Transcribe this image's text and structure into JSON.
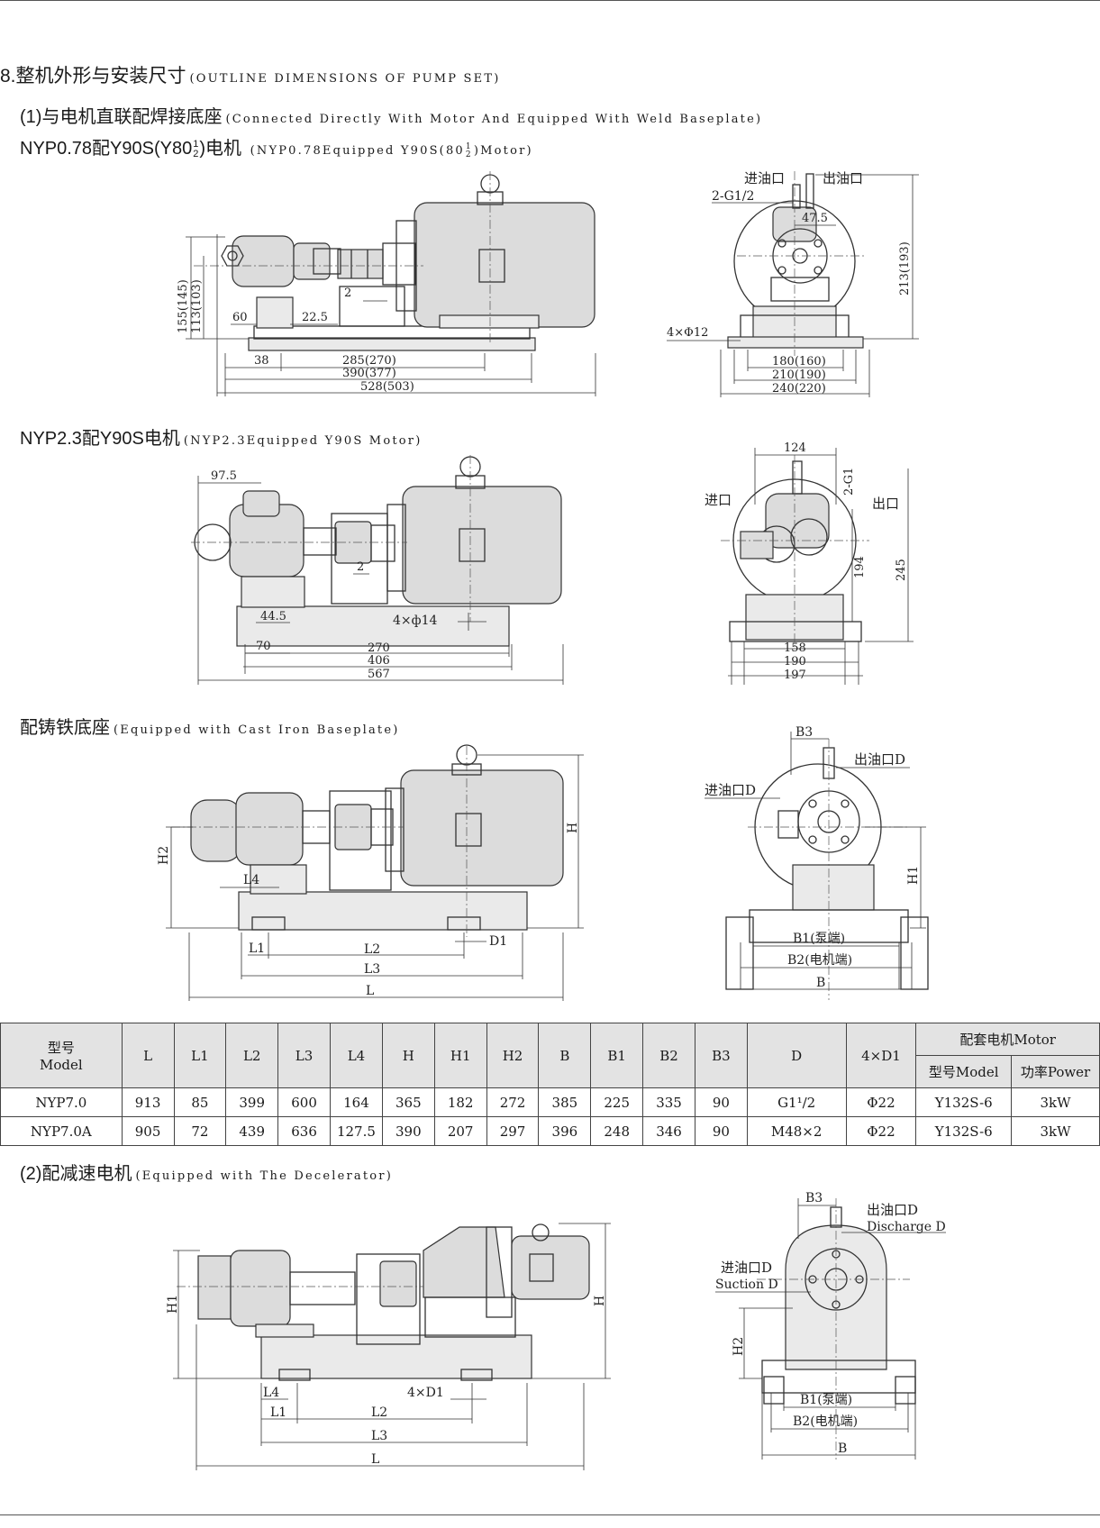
{
  "section_title": {
    "cn": "8.整机外形与安装尺寸",
    "en": "(OUTLINE DIMENSIONS OF PUMP SET)"
  },
  "sub1": {
    "cn": "(1)与电机直联配焊接底座",
    "en": "(Connected Directly With Motor And Equipped With Weld Baseplate)"
  },
  "model1": {
    "cn_pre": "NYP0.78配Y90S(Y80",
    "frac_num": "1",
    "frac_den": "2",
    "cn_post": ")电机",
    "en_pre": "(NYP0.78Equipped Y90S(80",
    "en_frac_num": "1",
    "en_frac_den": "2",
    "en_post": ")Motor)"
  },
  "model1_dims": {
    "inlet": "进油口",
    "outlet": "出油口",
    "thread": "2-G1/2",
    "d47": "47.5",
    "h213": "213(193)",
    "holes": "4×Φ12",
    "h155": "155(145)",
    "h113": "113(103)",
    "d60": "60",
    "d22": "22.5",
    "d2": "2",
    "d38": "38",
    "d285": "285(270)",
    "d390": "390(377)",
    "d528": "528(503)",
    "b180": "180(160)",
    "b210": "210(190)",
    "b240": "240(220)"
  },
  "model2": {
    "cn": "NYP2.3配Y90S电机",
    "en": "(NYP2.3Equipped Y90S Motor)"
  },
  "model2_dims": {
    "d97": "97.5",
    "d2": "2",
    "d44": "44.5",
    "holes": "4×ф14",
    "d70": "70",
    "d270": "270",
    "d406": "406",
    "d567": "567",
    "w124": "124",
    "g1": "2-G1",
    "inlet": "进口",
    "outlet": "出口",
    "h194": "194",
    "h245": "245",
    "b158": "158",
    "b190": "190",
    "b197": "197"
  },
  "cast": {
    "cn": "配铸铁底座",
    "en": "(Equipped with Cast Iron Baseplate)"
  },
  "cast_dims": {
    "H": "H",
    "H1": "H1",
    "H2": "H2",
    "L": "L",
    "L1": "L1",
    "L2": "L2",
    "L3": "L3",
    "L4": "L4",
    "D1": "D1",
    "B": "B",
    "B1": "B1(泵端)",
    "B2": "B2(电机端)",
    "B3": "B3",
    "inlet": "进油口D",
    "outlet": "出油口D"
  },
  "table": {
    "headers": [
      "型号 Model",
      "L",
      "L1",
      "L2",
      "L3",
      "L4",
      "H",
      "H1",
      "H2",
      "B",
      "B1",
      "B2",
      "B3",
      "D",
      "4×D1"
    ],
    "header_model_cn": "型号",
    "header_model_en": "Model",
    "motor_group": "配套电机Motor",
    "motor_cols": [
      "型号Model",
      "功率Power"
    ],
    "rows": [
      [
        "NYP7.0",
        "913",
        "85",
        "399",
        "600",
        "164",
        "365",
        "182",
        "272",
        "385",
        "225",
        "335",
        "90",
        "G1¹/2",
        "Φ22",
        "Y132S-6",
        "3kW"
      ],
      [
        "NYP7.0A",
        "905",
        "72",
        "439",
        "636",
        "127.5",
        "390",
        "207",
        "297",
        "396",
        "248",
        "346",
        "90",
        "M48×2",
        "Φ22",
        "Y132S-6",
        "3kW"
      ]
    ]
  },
  "sub2": {
    "cn": "(2)配减速电机",
    "en": "(Equipped with The Decelerator)"
  },
  "dec_dims": {
    "H": "H",
    "H1": "H1",
    "H2": "H2",
    "L": "L",
    "L1": "L1",
    "L2": "L2",
    "L3": "L3",
    "L4": "L4",
    "D1": "4×D1",
    "B": "B",
    "B1": "B1(泵端)",
    "B2": "B2(电机端)",
    "B3": "B3",
    "outlet_cn": "出油口D",
    "outlet_en": "Discharge D",
    "inlet_cn": "进油口D",
    "inlet_en": "Suction D"
  }
}
